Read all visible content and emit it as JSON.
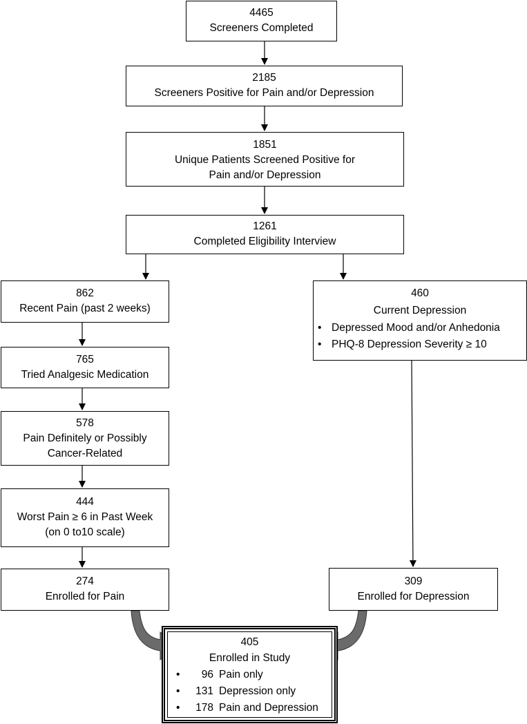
{
  "nodes": {
    "screeners": {
      "num": "4465",
      "label": "Screeners Completed"
    },
    "positive": {
      "num": "2185",
      "label": "Screeners Positive for Pain and/or Depression"
    },
    "unique": {
      "num": "1851",
      "label_line1": "Unique Patients Screened Positive for",
      "label_line2": "Pain and/or Depression"
    },
    "eligibility": {
      "num": "1261",
      "label": "Completed Eligibility Interview"
    },
    "recent_pain": {
      "num": "862",
      "label": "Recent Pain (past 2 weeks)"
    },
    "analgesic": {
      "num": "765",
      "label": "Tried Analgesic Medication"
    },
    "cancer_related": {
      "num": "578",
      "label_line1": "Pain Definitely or Possibly",
      "label_line2": "Cancer-Related"
    },
    "worst_pain": {
      "num": "444",
      "label_line1": "Worst Pain ≥ 6 in Past Week",
      "label_line2": "(on 0 to10 scale)"
    },
    "enrolled_pain": {
      "num": "274",
      "label": "Enrolled for Pain"
    },
    "depression": {
      "num": "460",
      "label": "Current Depression",
      "bullets": [
        "Depressed Mood and/or Anhedonia",
        "PHQ-8 Depression Severity ≥ 10"
      ]
    },
    "enrolled_depression": {
      "num": "309",
      "label": "Enrolled for Depression"
    },
    "enrolled_study": {
      "num": "405",
      "label": "Enrolled in Study",
      "breakdown": [
        {
          "count": "96",
          "label": "Pain only"
        },
        {
          "count": "131",
          "label": "Depression only"
        },
        {
          "count": "178",
          "label": "Pain and Depression"
        }
      ]
    }
  },
  "colors": {
    "line": "#000000",
    "curved_arrow": "#6b6b6b"
  }
}
